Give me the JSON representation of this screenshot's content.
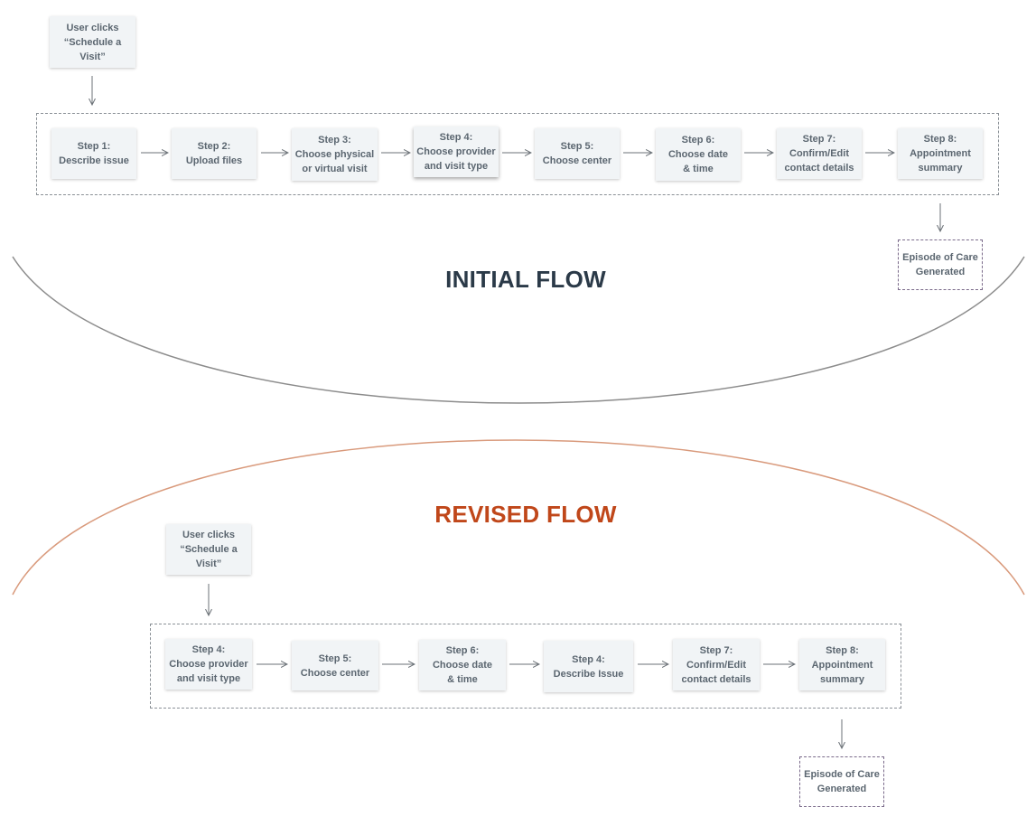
{
  "initial_flow": {
    "title": "INITIAL FLOW",
    "trigger": "User clicks\n“Schedule a\nVisit”",
    "steps": [
      "Step 1:\nDescribe issue",
      "Step 2:\nUpload files",
      "Step 3:\nChoose physical\nor virtual visit",
      "Step 4:\nChoose provider\nand visit type",
      "Step 5:\nChoose center",
      "Step 6:\nChoose date\n& time",
      "Step 7:\nConfirm/Edit\ncontact details",
      "Step 8:\nAppointment\nsummary"
    ],
    "outcome": "Episode of Care\nGenerated"
  },
  "revised_flow": {
    "title": "REVISED FLOW",
    "trigger": "User clicks\n“Schedule a\nVisit”",
    "steps": [
      "Step 4:\nChoose provider\nand visit type",
      "Step 5:\nChoose center",
      "Step 6:\nChoose date\n& time",
      "Step 4:\nDescribe Issue",
      "Step 7:\nConfirm/Edit\ncontact details",
      "Step 8:\nAppointment\nsummary"
    ],
    "outcome": "Episode of Care\nGenerated"
  },
  "colors": {
    "initial_title": "#2b3a48",
    "revised_title": "#c0471a",
    "initial_arc": "#8c8c8c",
    "revised_arc": "#d99a7c",
    "box_fill": "#f1f4f6"
  }
}
